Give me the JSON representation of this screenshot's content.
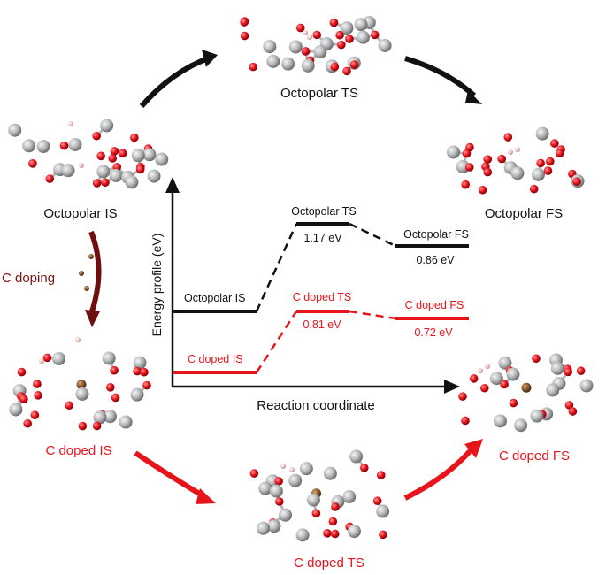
{
  "structures": {
    "octopolar_is": "Octopolar IS",
    "octopolar_ts": "Octopolar TS",
    "octopolar_fs": "Octopolar FS",
    "c_doped_is": "C doped IS",
    "c_doped_ts": "C doped TS",
    "c_doped_fs": "C doped FS"
  },
  "c_doping_label": "C doping",
  "energy_diagram": {
    "y_axis_label": "Energy profile (eV)",
    "x_axis_label": "Reaction coordinate",
    "octopolar": {
      "is_label": "Octopolar IS",
      "ts_label": "Octopolar TS",
      "ts_value": "1.17 eV",
      "fs_label": "Octopolar FS",
      "fs_value": "0.86 eV"
    },
    "c_doped": {
      "is_label": "C doped IS",
      "ts_label": "C doped TS",
      "ts_value": "0.81 eV",
      "fs_label": "C doped FS",
      "fs_value": "0.72 eV"
    }
  },
  "colors": {
    "octopolar": "#111111",
    "c_doped": "#e8141c",
    "c_doping_arrow": "#6e0f0f",
    "o_atom": "#e8141c",
    "metal_atom": "#b4b6b8",
    "c_atom": "#8b5a2b",
    "h_atom": "#f2c8c8"
  }
}
